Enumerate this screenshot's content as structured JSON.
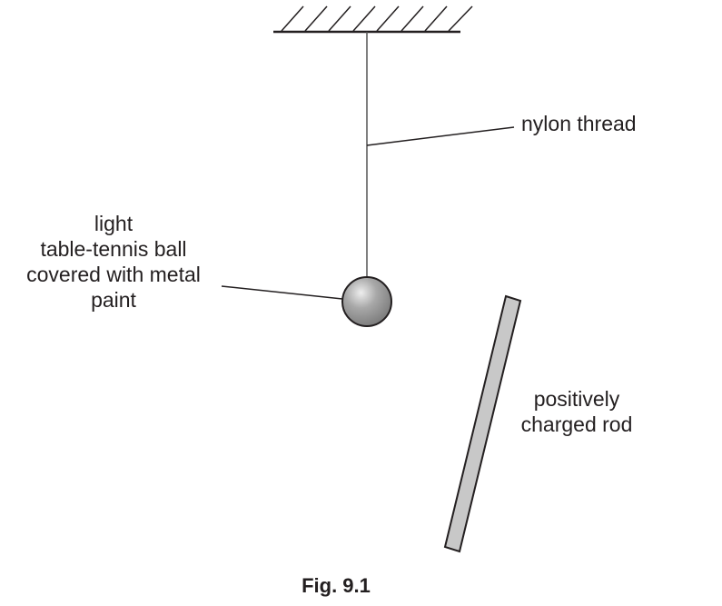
{
  "diagram": {
    "labels": {
      "thread": "nylon thread",
      "ball": [
        "light",
        "table-tennis ball",
        "covered with metal",
        "paint"
      ],
      "rod": [
        "positively",
        "charged rod"
      ]
    },
    "caption": "Fig. 9.1",
    "colors": {
      "line": "#231f20",
      "ball_fill": "#9a9a9a",
      "ball_highlight": "#e6e6e6",
      "rod_fill": "#c8c8c8"
    }
  }
}
